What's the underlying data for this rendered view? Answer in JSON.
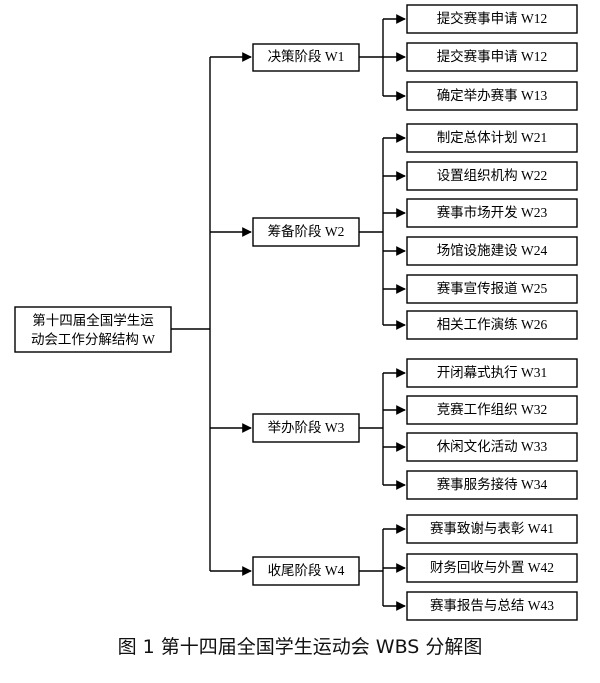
{
  "root": {
    "line1": "第十四届全国学生运",
    "line2": "动会工作分解结构 W"
  },
  "phases": [
    {
      "label": "决策阶段 W1",
      "tasks": [
        "提交赛事申请 W12",
        "提交赛事申请 W12",
        "确定举办赛事 W13"
      ]
    },
    {
      "label": "筹备阶段 W2",
      "tasks": [
        "制定总体计划 W21",
        "设置组织机构 W22",
        "赛事市场开发 W23",
        "场馆设施建设 W24",
        "赛事宣传报道 W25",
        "相关工作演练 W26"
      ]
    },
    {
      "label": "举办阶段 W3",
      "tasks": [
        "开闭幕式执行 W31",
        "竞赛工作组织 W32",
        "休闲文化活动 W33",
        "赛事服务接待 W34"
      ]
    },
    {
      "label": "收尾阶段 W4",
      "tasks": [
        "赛事致谢与表彰 W41",
        "财务回收与外置 W42",
        "赛事报告与总结 W43"
      ]
    }
  ],
  "caption": "图 1  第十四届全国学生运动会 WBS 分解图"
}
